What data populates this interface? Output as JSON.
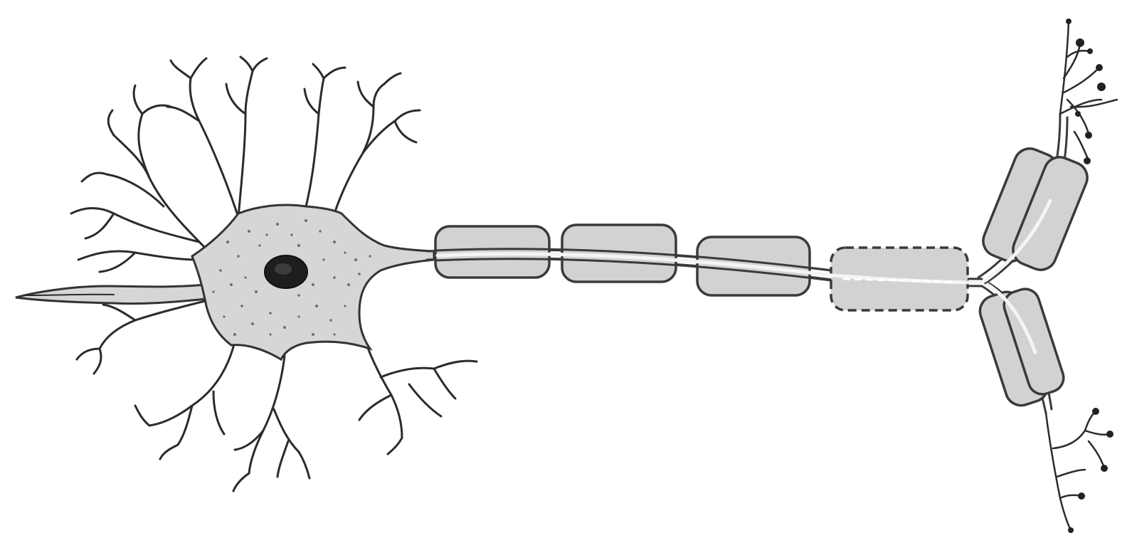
{
  "figure": {
    "subject": "neuron",
    "colors": {
      "ink": "#2b2b2b",
      "fill": "#d6d6d6",
      "background": "#ffffff",
      "nucleus": "#1e1e1e"
    },
    "myelin_segments": 4,
    "terminal_branches": 2
  }
}
